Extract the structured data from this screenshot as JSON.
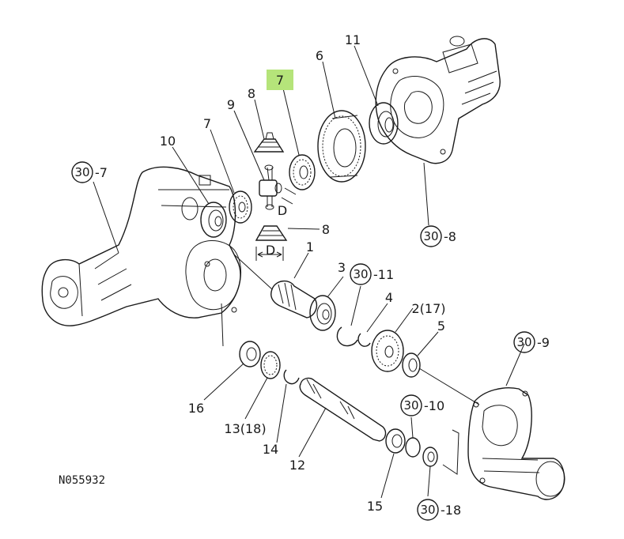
{
  "diagram_code": "N055932",
  "highlight": {
    "label": "7",
    "color": "#b5e47a"
  },
  "labels": {
    "l_6": "6",
    "l_11": "11",
    "l_8_top": "8",
    "l_9": "9",
    "l_7_left": "7",
    "l_10": "10",
    "l_8_mid": "8",
    "l_D_1": "D",
    "l_D_2": "D",
    "l_1": "1",
    "l_3": "3",
    "l_4": "4",
    "l_2_17": "2(17)",
    "l_5": "5",
    "l_16": "16",
    "l_13_18": "13(18)",
    "l_14": "14",
    "l_12": "12",
    "l_15": "15"
  },
  "refs": {
    "r_30_7": {
      "num": "30",
      "suffix": "-7"
    },
    "r_30_8": {
      "num": "30",
      "suffix": "-8"
    },
    "r_30_11": {
      "num": "30",
      "suffix": "-11"
    },
    "r_30_9": {
      "num": "30",
      "suffix": "-9"
    },
    "r_30_10": {
      "num": "30",
      "suffix": "-10"
    },
    "r_30_18": {
      "num": "30",
      "suffix": "-18"
    }
  }
}
